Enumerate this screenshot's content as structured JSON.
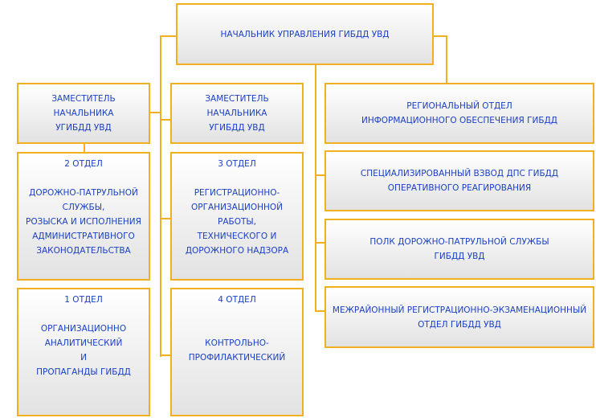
{
  "head": {
    "lines": [
      "НАЧАЛЬНИК УПРАВЛЕНИЯ ГИБДД УВД"
    ]
  },
  "deputy_left": {
    "lines": [
      "ЗАМЕСТИТЕЛЬ",
      "НАЧАЛЬНИКА",
      "УГИБДД УВД"
    ]
  },
  "deputy_mid": {
    "lines": [
      "ЗАМЕСТИТЕЛЬ",
      "НАЧАЛЬНИКА",
      "УГИБДД УВД"
    ]
  },
  "regional_dept": {
    "lines": [
      "РЕГИОНАЛЬНЫЙ ОТДЕЛ",
      "ИНФОРМАЦИОННОГО ОБЕСПЕЧЕНИЯ ГИБДД"
    ]
  },
  "dept2": {
    "title": "2 ОТДЕЛ",
    "lines": [
      "ДОРОЖНО-ПАТРУЛЬНОЙ",
      "СЛУЖБЫ,",
      "РОЗЫСКА И ИСПОЛНЕНИЯ",
      "АДМИНИСТРАТИВНОГО",
      "ЗАКОНОДАТЕЛЬСТВА"
    ]
  },
  "dept3": {
    "title": "3 ОТДЕЛ",
    "lines": [
      "РЕГИСТРАЦИОННО-",
      "ОРГАНИЗАЦИОННОЙ",
      "РАБОТЫ,",
      "ТЕХНИЧЕСКОГО И",
      "ДОРОЖНОГО НАДЗОРА"
    ]
  },
  "special_platoon": {
    "lines": [
      "СПЕЦИАЛИЗИРОВАННЫЙ ВЗВОД ДПС ГИБДД",
      "ОПЕРАТИВНОГО РЕАГИРОВАНИЯ"
    ]
  },
  "regiment": {
    "lines": [
      "ПОЛК ДОРОЖНО-ПАТРУЛЬНОЙ СЛУЖБЫ",
      "ГИБДД УВД"
    ]
  },
  "dept1": {
    "title": "1 ОТДЕЛ",
    "lines": [
      "ОРГАНИЗАЦИОННО",
      "АНАЛИТИЧЕСКИЙ",
      "И",
      "ПРОПАГАНДЫ ГИБДД"
    ]
  },
  "dept4": {
    "title": "4 ОТДЕЛ",
    "lines": [
      "КОНТРОЛЬНО-",
      "ПРОФИЛАКТИЧЕСКИЙ"
    ]
  },
  "exam_dept": {
    "lines": [
      "МЕЖРАЙОННЫЙ РЕГИСТРАЦИОННО-ЭКЗАМЕНАЦИОННЫЙ",
      "ОТДЕЛ ГИБДД УВД"
    ]
  },
  "colors": {
    "border": "#f0b020",
    "text": "#1a3fc4",
    "box_top": "#ffffff",
    "box_bottom": "#e2e2e2"
  }
}
